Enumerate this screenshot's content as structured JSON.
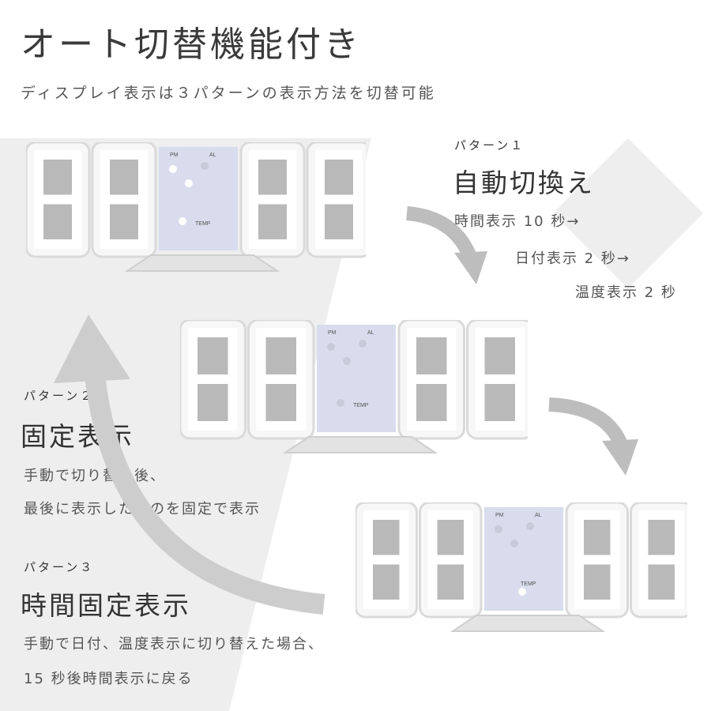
{
  "header": {
    "title": "オート切替機能付き",
    "subtitle": "ディスプレイ表示は３パターンの表示方法を切替可能"
  },
  "pattern1": {
    "label": "パターン１",
    "name": "自動切換え",
    "steps": [
      "時間表示 10 秒→",
      "日付表示 2 秒→",
      "温度表示 2 秒"
    ]
  },
  "pattern2": {
    "label": "パターン２",
    "name": "固定表示",
    "desc_lines": [
      "手動で切り替え後、",
      "最後に表示したものを固定で表示"
    ]
  },
  "pattern3": {
    "label": "パターン３",
    "name": "時間固定表示",
    "desc_lines": [
      "手動で日付、温度表示に切り替えた場合、",
      "15 秒後時間表示に戻る"
    ]
  },
  "clock_labels": {
    "pm": "PM",
    "al": "AL",
    "temp": "TEMP"
  },
  "colors": {
    "background_band": "#e9e9e9",
    "arrow": "#bdbdbd",
    "frame": "#dadada",
    "segment_off": "#b9b9b9",
    "segment_on": "#ffffff",
    "center_panel": "#d8dcec",
    "dot_on": "#ffffff"
  }
}
